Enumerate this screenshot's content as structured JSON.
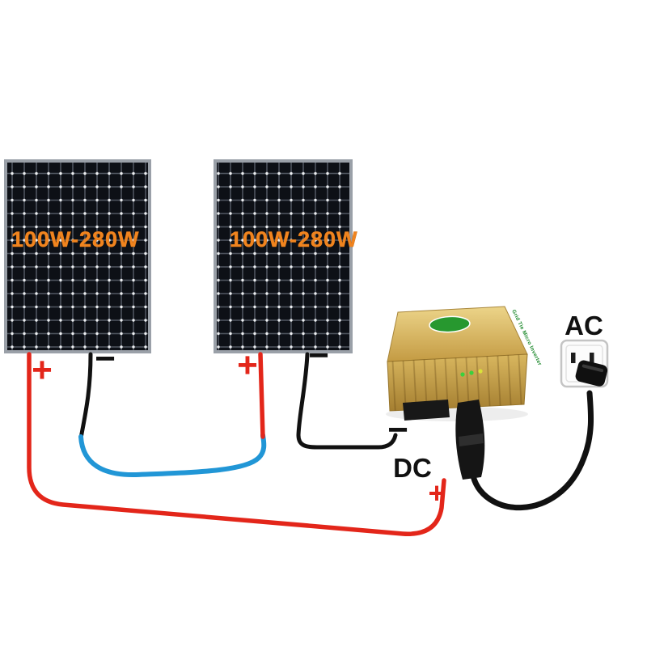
{
  "panel1": {
    "label": "100W-280W",
    "positive": "+",
    "negative": "−"
  },
  "panel2": {
    "label": "100W-280W",
    "positive": "+",
    "negative": "−"
  },
  "inverter": {
    "side_text": "Grid Tie Micro Inverter",
    "dc_negative": "−",
    "dc_label": "DC",
    "dc_positive": "+"
  },
  "outlet": {
    "label": "AC"
  },
  "colors": {
    "panel_label_orange": "#f0841f",
    "positive_wire_red": "#e3261a",
    "negative_wire_black": "#111111",
    "series_wire_blue": "#2196d6",
    "inverter_gold": "#cfa84e",
    "inverter_logo_green": "#27982f",
    "ac_cable_black": "#111111"
  }
}
